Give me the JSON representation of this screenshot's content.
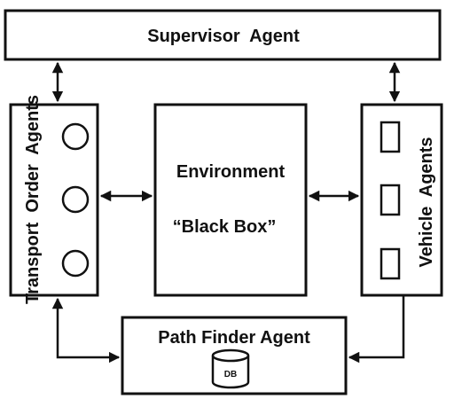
{
  "boxes": {
    "supervisor": {
      "label": "Supervisor  Agent"
    },
    "transport": {
      "label": "Transport  Order  Agents"
    },
    "environment": {
      "line1": "Environment",
      "line2": "“Black Box”"
    },
    "vehicle": {
      "label": "Vehicle  Agents"
    },
    "path_finder": {
      "label": "Path Finder Agent",
      "db_label": "DB"
    }
  }
}
